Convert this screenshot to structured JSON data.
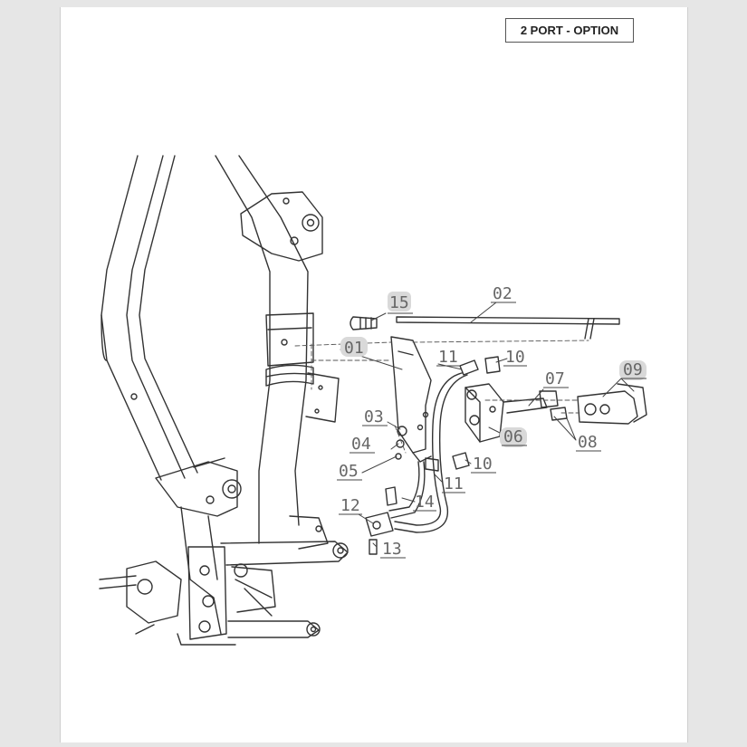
{
  "title": "2 PORT - OPTION",
  "parts": [
    {
      "id": "p15",
      "label": "15"
    },
    {
      "id": "p02",
      "label": "02"
    },
    {
      "id": "p01",
      "label": "01"
    },
    {
      "id": "p11a",
      "label": "11"
    },
    {
      "id": "p10a",
      "label": "10"
    },
    {
      "id": "p07",
      "label": "07"
    },
    {
      "id": "p09",
      "label": "09"
    },
    {
      "id": "p03",
      "label": "03"
    },
    {
      "id": "p04",
      "label": "04"
    },
    {
      "id": "p05",
      "label": "05"
    },
    {
      "id": "p06",
      "label": "06"
    },
    {
      "id": "p08",
      "label": "08"
    },
    {
      "id": "p10b",
      "label": "10"
    },
    {
      "id": "p11b",
      "label": "11"
    },
    {
      "id": "p14",
      "label": "14"
    },
    {
      "id": "p12",
      "label": "12"
    },
    {
      "id": "p13",
      "label": "13"
    }
  ]
}
